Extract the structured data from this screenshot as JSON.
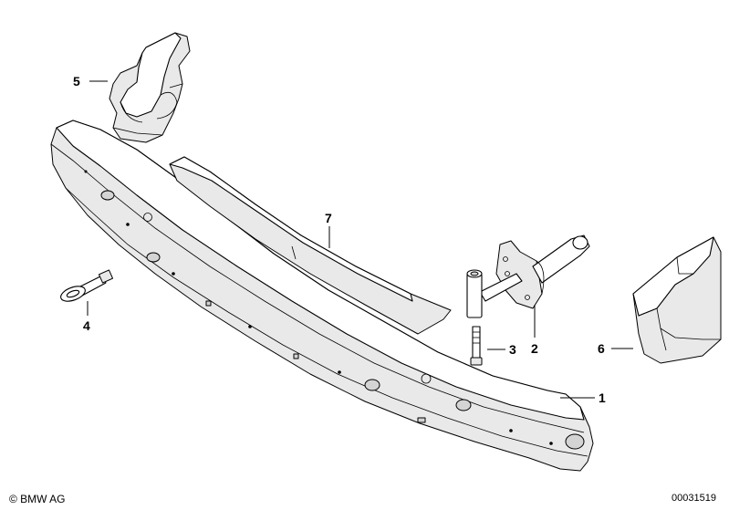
{
  "callouts": [
    {
      "id": "1",
      "label": "1"
    },
    {
      "id": "2",
      "label": "2"
    },
    {
      "id": "3",
      "label": "3"
    },
    {
      "id": "4",
      "label": "4"
    },
    {
      "id": "5",
      "label": "5"
    },
    {
      "id": "6",
      "label": "6"
    },
    {
      "id": "7",
      "label": "7"
    }
  ],
  "footer": {
    "copyright": "© BMW AG",
    "document_number": "00031519"
  }
}
